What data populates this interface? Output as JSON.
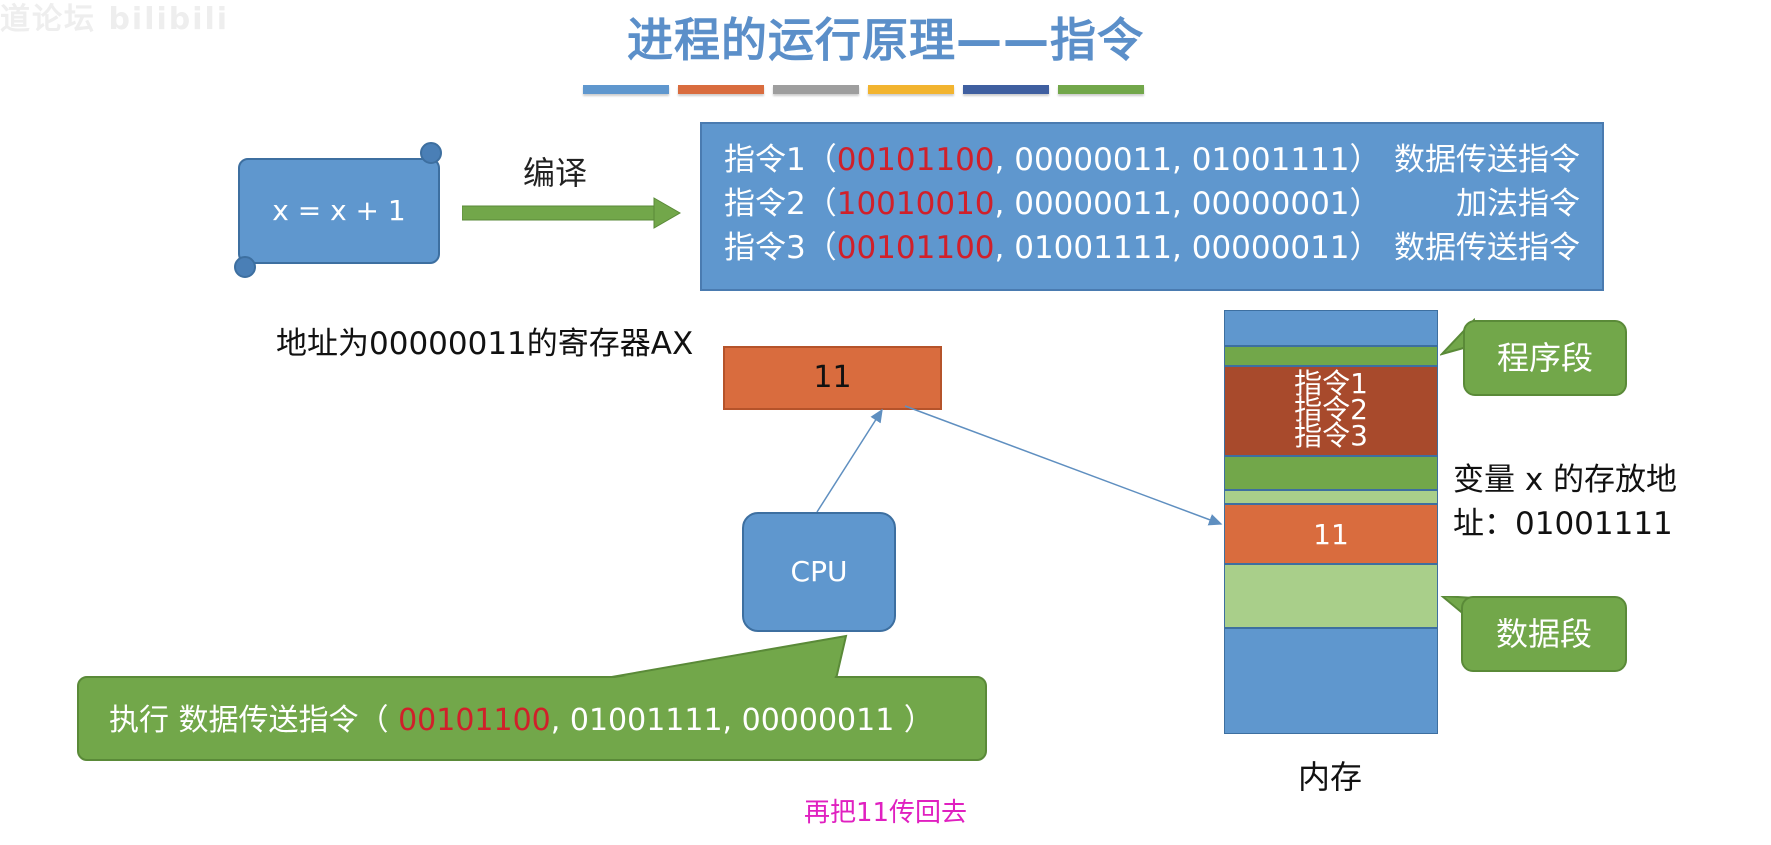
{
  "watermark": "道论坛 bilibili",
  "title": "进程的运行原理——指令",
  "title_bar_colors": [
    "#5f97ce",
    "#d96c3e",
    "#9e9e9e",
    "#f2b42f",
    "#3f5fa0",
    "#72a74a"
  ],
  "source_code": "x = x + 1",
  "compile_label": "编译",
  "instructions": [
    {
      "prefix": "指令1（",
      "opcode": "00101100",
      "operands": ", 00000011, 01001111）",
      "desc": "数据传送指令"
    },
    {
      "prefix": "指令2（",
      "opcode": "10010010",
      "operands": ", 00000011, 00000001）",
      "desc": "加法指令"
    },
    {
      "prefix": "指令3（",
      "opcode": "00101100",
      "operands": ", 01001111, 00000011）",
      "desc": "数据传送指令"
    }
  ],
  "register": {
    "label": "地址为00000011的寄存器AX",
    "value": "11"
  },
  "cpu_label": "CPU",
  "execute": {
    "prefix": "执行 数据传送指令（ ",
    "opcode": "00101100",
    "operands": ", 01001111, 00000011 ）"
  },
  "memory": {
    "instr_labels": [
      "指令1",
      "指令2",
      "指令3"
    ],
    "var_value": "11",
    "label": "内存"
  },
  "callouts": {
    "program_segment": "程序段",
    "data_segment": "数据段"
  },
  "variable_label": {
    "line1": "变量 x 的存放地",
    "line2": "址：01001111"
  },
  "bottom_note": "再把11传回去",
  "colors": {
    "blue": "#5f97ce",
    "orange": "#d96c3e",
    "green": "#72a74a",
    "light_green": "#a9cf8a",
    "dark_red": "#a84a2c",
    "red_text": "#d0202a",
    "magenta": "#e020c0"
  }
}
